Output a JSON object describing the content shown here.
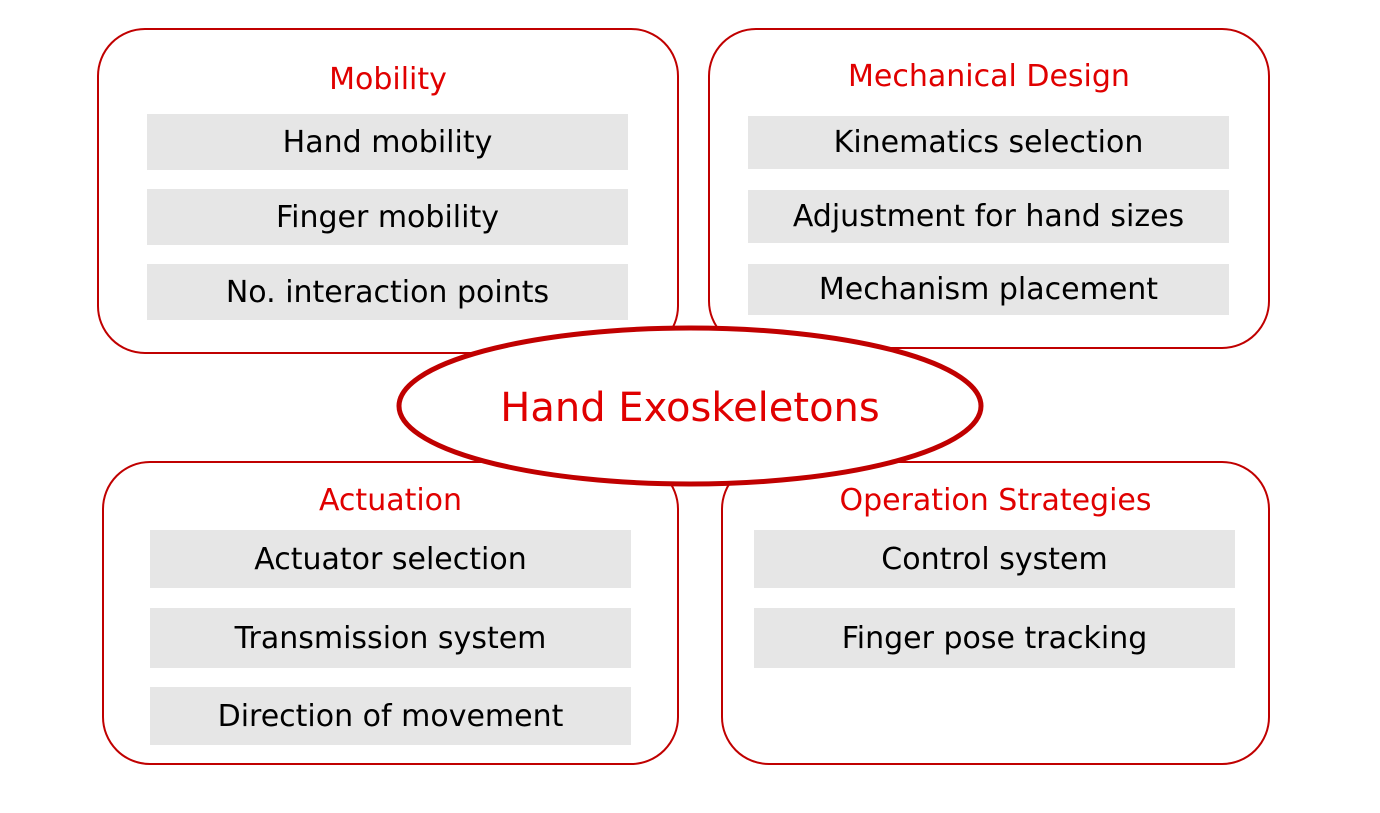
{
  "center": {
    "label": "Hand Exoskeletons"
  },
  "panels": [
    {
      "title": "Mobility",
      "items": [
        "Hand mobility",
        "Finger mobility",
        "No. interaction points"
      ]
    },
    {
      "title": "Mechanical Design",
      "items": [
        "Kinematics selection",
        "Adjustment for hand sizes",
        "Mechanism placement"
      ]
    },
    {
      "title": "Actuation",
      "items": [
        "Actuator selection",
        "Transmission system",
        "Direction of movement"
      ]
    },
    {
      "title": "Operation Strategies",
      "items": [
        "Control system",
        "Finger pose tracking"
      ]
    }
  ],
  "colors": {
    "border": "#c00000",
    "title": "#e00000",
    "item_background": "#e6e6e6"
  }
}
